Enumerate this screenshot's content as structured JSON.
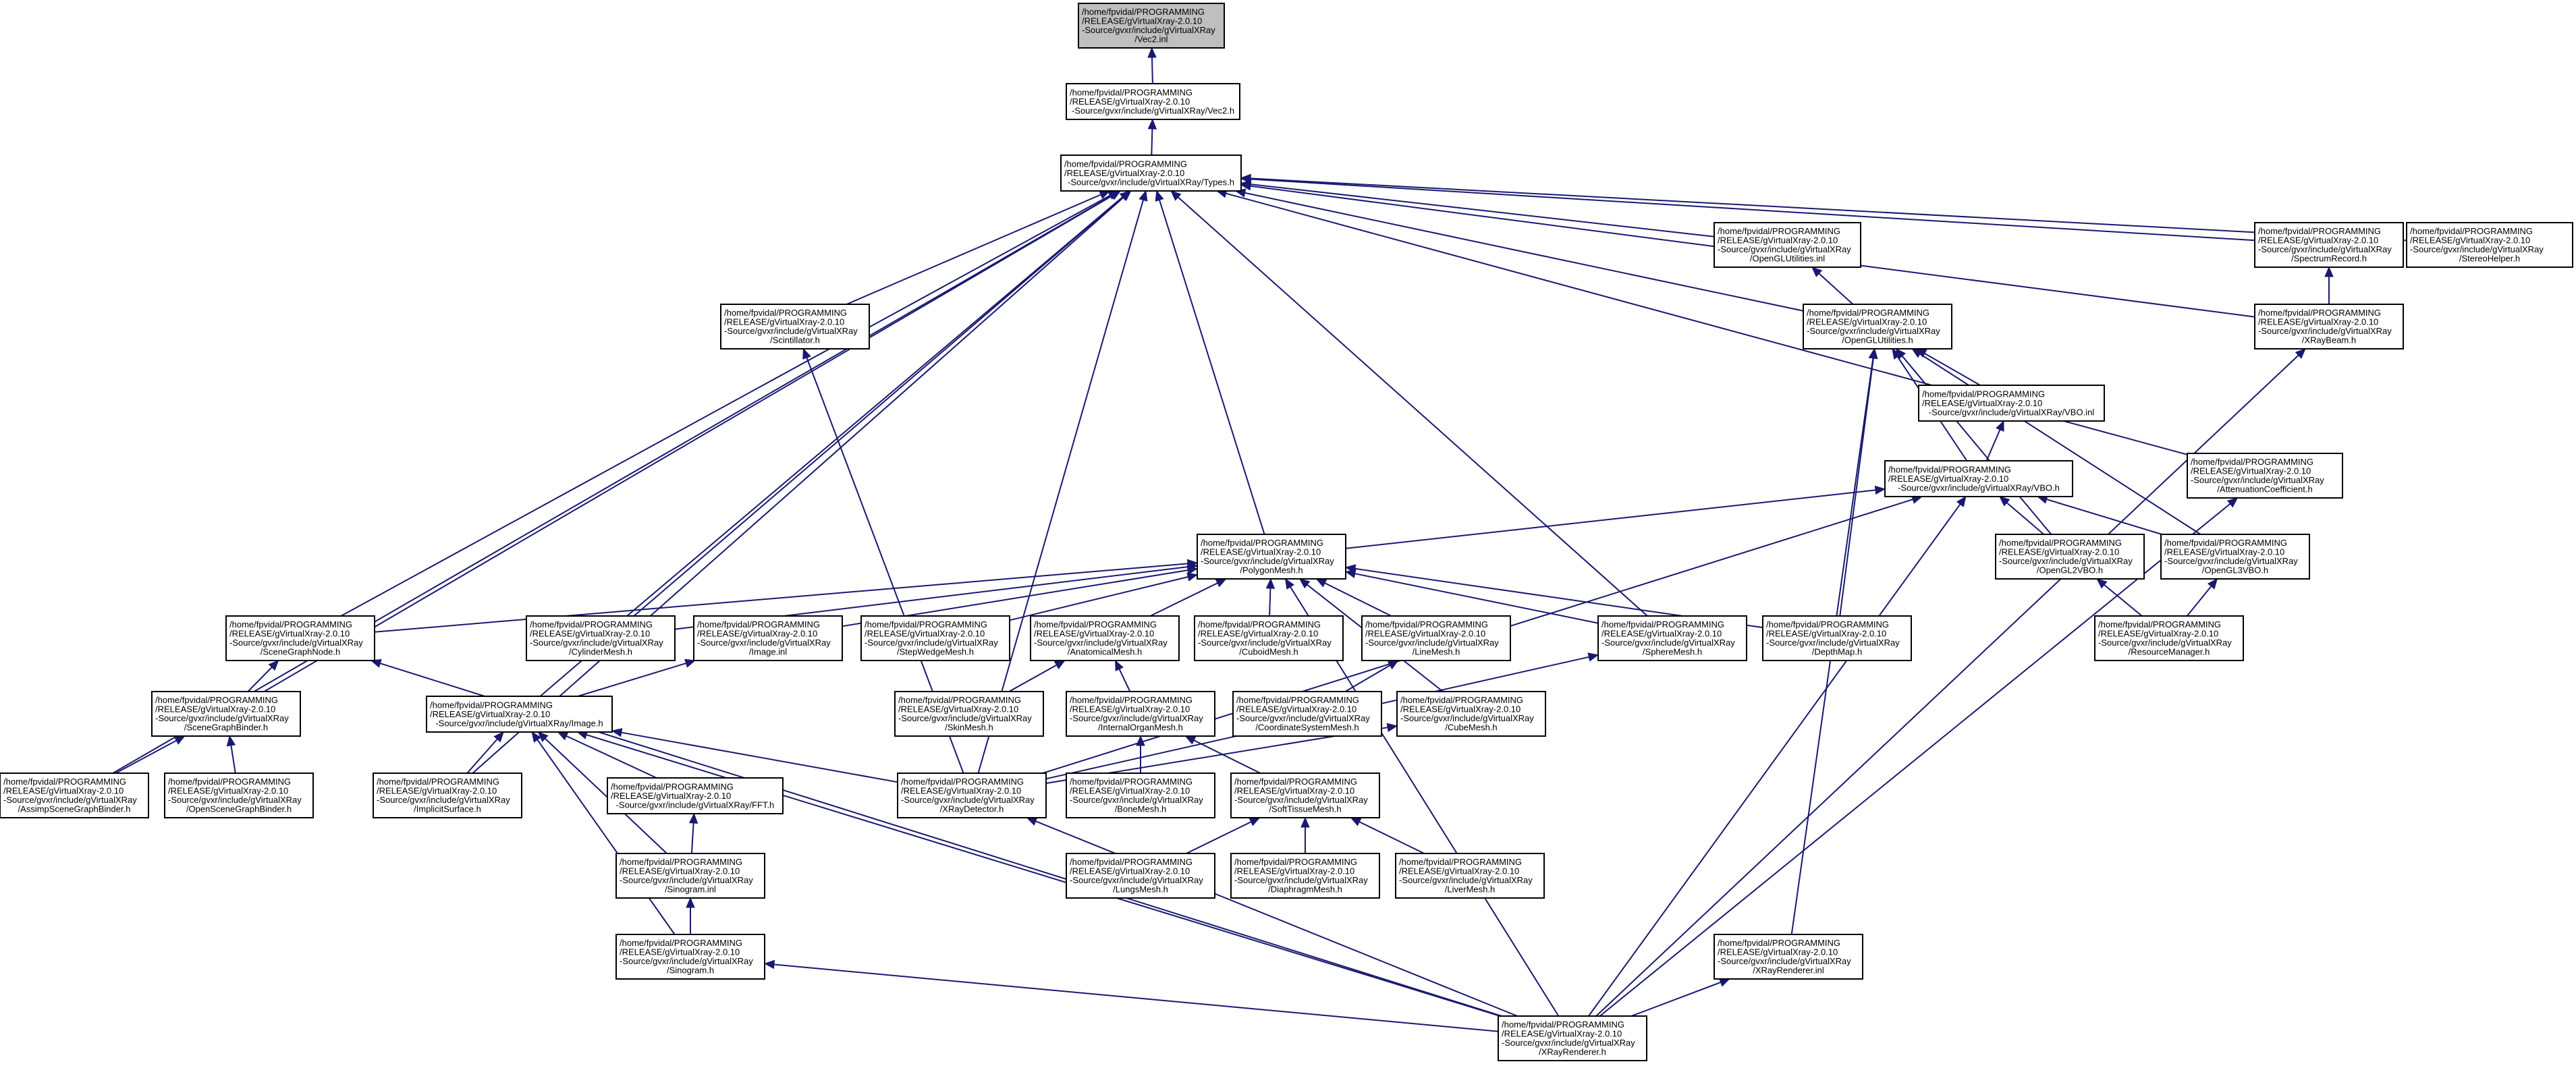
{
  "diagram": {
    "type": "include-dependency-graph",
    "colors": {
      "edge": "#191970",
      "node_fill": "#ffffff",
      "root_fill": "#bfbfbf",
      "border": "#000000"
    },
    "nodes": [
      {
        "id": "vec2inl",
        "root": true,
        "lines": [
          "/home/fpvidal/PROGRAMMING",
          "/RELEASE/gVirtualXray-2.0.10",
          "-Source/gvxr/include/gVirtualXRay",
          "/Vec2.inl"
        ]
      },
      {
        "id": "vec2h",
        "lines": [
          "/home/fpvidal/PROGRAMMING",
          "/RELEASE/gVirtualXray-2.0.10",
          "-Source/gvxr/include/gVirtualXRay/Vec2.h"
        ]
      },
      {
        "id": "typesh",
        "lines": [
          "/home/fpvidal/PROGRAMMING",
          "/RELEASE/gVirtualXray-2.0.10",
          "-Source/gvxr/include/gVirtualXRay/Types.h"
        ]
      },
      {
        "id": "openglutilsinl",
        "lines": [
          "/home/fpvidal/PROGRAMMING",
          "/RELEASE/gVirtualXray-2.0.10",
          "-Source/gvxr/include/gVirtualXRay",
          "/OpenGLUtilities.inl"
        ]
      },
      {
        "id": "spectrumrecord",
        "lines": [
          "/home/fpvidal/PROGRAMMING",
          "/RELEASE/gVirtualXray-2.0.10",
          "-Source/gvxr/include/gVirtualXRay",
          "/SpectrumRecord.h"
        ]
      },
      {
        "id": "stereohelper",
        "lines": [
          "/home/fpvidal/PROGRAMMING",
          "/RELEASE/gVirtualXray-2.0.10",
          "-Source/gvxr/include/gVirtualXRay",
          "/StereoHelper.h"
        ]
      },
      {
        "id": "scintillator",
        "lines": [
          "/home/fpvidal/PROGRAMMING",
          "/RELEASE/gVirtualXray-2.0.10",
          "-Source/gvxr/include/gVirtualXRay",
          "/Scintillator.h"
        ]
      },
      {
        "id": "openglutilsh",
        "lines": [
          "/home/fpvidal/PROGRAMMING",
          "/RELEASE/gVirtualXray-2.0.10",
          "-Source/gvxr/include/gVirtualXRay",
          "/OpenGLUtilities.h"
        ]
      },
      {
        "id": "xraybeam",
        "lines": [
          "/home/fpvidal/PROGRAMMING",
          "/RELEASE/gVirtualXray-2.0.10",
          "-Source/gvxr/include/gVirtualXRay",
          "/XRayBeam.h"
        ]
      },
      {
        "id": "vboinl",
        "lines": [
          "/home/fpvidal/PROGRAMMING",
          "/RELEASE/gVirtualXray-2.0.10",
          "-Source/gvxr/include/gVirtualXRay/VBO.inl"
        ]
      },
      {
        "id": "vboh",
        "lines": [
          "/home/fpvidal/PROGRAMMING",
          "/RELEASE/gVirtualXray-2.0.10",
          "-Source/gvxr/include/gVirtualXRay/VBO.h"
        ]
      },
      {
        "id": "attenuation",
        "lines": [
          "/home/fpvidal/PROGRAMMING",
          "/RELEASE/gVirtualXray-2.0.10",
          "-Source/gvxr/include/gVirtualXRay",
          "/AttenuationCoefficient.h"
        ]
      },
      {
        "id": "polygonmesh",
        "lines": [
          "/home/fpvidal/PROGRAMMING",
          "/RELEASE/gVirtualXray-2.0.10",
          "-Source/gvxr/include/gVirtualXRay",
          "/PolygonMesh.h"
        ]
      },
      {
        "id": "opengl2vbo",
        "lines": [
          "/home/fpvidal/PROGRAMMING",
          "/RELEASE/gVirtualXray-2.0.10",
          "-Source/gvxr/include/gVirtualXRay",
          "/OpenGL2VBO.h"
        ]
      },
      {
        "id": "opengl3vbo",
        "lines": [
          "/home/fpvidal/PROGRAMMING",
          "/RELEASE/gVirtualXray-2.0.10",
          "-Source/gvxr/include/gVirtualXRay",
          "/OpenGL3VBO.h"
        ]
      },
      {
        "id": "scenegraphnode",
        "lines": [
          "/home/fpvidal/PROGRAMMING",
          "/RELEASE/gVirtualXray-2.0.10",
          "-Source/gvxr/include/gVirtualXRay",
          "/SceneGraphNode.h"
        ]
      },
      {
        "id": "cylindermesh",
        "lines": [
          "/home/fpvidal/PROGRAMMING",
          "/RELEASE/gVirtualXray-2.0.10",
          "-Source/gvxr/include/gVirtualXRay",
          "/CylinderMesh.h"
        ]
      },
      {
        "id": "imageinl",
        "lines": [
          "/home/fpvidal/PROGRAMMING",
          "/RELEASE/gVirtualXray-2.0.10",
          "-Source/gvxr/include/gVirtualXRay",
          "/Image.inl"
        ]
      },
      {
        "id": "stepwedge",
        "lines": [
          "/home/fpvidal/PROGRAMMING",
          "/RELEASE/gVirtualXray-2.0.10",
          "-Source/gvxr/include/gVirtualXRay",
          "/StepWedgeMesh.h"
        ]
      },
      {
        "id": "anatomical",
        "lines": [
          "/home/fpvidal/PROGRAMMING",
          "/RELEASE/gVirtualXray-2.0.10",
          "-Source/gvxr/include/gVirtualXRay",
          "/AnatomicalMesh.h"
        ]
      },
      {
        "id": "cuboid",
        "lines": [
          "/home/fpvidal/PROGRAMMING",
          "/RELEASE/gVirtualXray-2.0.10",
          "-Source/gvxr/include/gVirtualXRay",
          "/CuboidMesh.h"
        ]
      },
      {
        "id": "linemesh",
        "lines": [
          "/home/fpvidal/PROGRAMMING",
          "/RELEASE/gVirtualXray-2.0.10",
          "-Source/gvxr/include/gVirtualXRay",
          "/LineMesh.h"
        ]
      },
      {
        "id": "spheremesh",
        "lines": [
          "/home/fpvidal/PROGRAMMING",
          "/RELEASE/gVirtualXray-2.0.10",
          "-Source/gvxr/include/gVirtualXRay",
          "/SphereMesh.h"
        ]
      },
      {
        "id": "depthmap",
        "lines": [
          "/home/fpvidal/PROGRAMMING",
          "/RELEASE/gVirtualXray-2.0.10",
          "-Source/gvxr/include/gVirtualXRay",
          "/DepthMap.h"
        ]
      },
      {
        "id": "resourcemanager",
        "lines": [
          "/home/fpvidal/PROGRAMMING",
          "/RELEASE/gVirtualXray-2.0.10",
          "-Source/gvxr/include/gVirtualXRay",
          "/ResourceManager.h"
        ]
      },
      {
        "id": "scenegraphbinder",
        "lines": [
          "/home/fpvidal/PROGRAMMING",
          "/RELEASE/gVirtualXray-2.0.10",
          "-Source/gvxr/include/gVirtualXRay",
          "/SceneGraphBinder.h"
        ]
      },
      {
        "id": "imageh",
        "lines": [
          "/home/fpvidal/PROGRAMMING",
          "/RELEASE/gVirtualXray-2.0.10",
          "-Source/gvxr/include/gVirtualXRay/Image.h"
        ]
      },
      {
        "id": "skinmesh",
        "lines": [
          "/home/fpvidal/PROGRAMMING",
          "/RELEASE/gVirtualXray-2.0.10",
          "-Source/gvxr/include/gVirtualXRay",
          "/SkinMesh.h"
        ]
      },
      {
        "id": "internalorgan",
        "lines": [
          "/home/fpvidal/PROGRAMMING",
          "/RELEASE/gVirtualXray-2.0.10",
          "-Source/gvxr/include/gVirtualXRay",
          "/InternalOrganMesh.h"
        ]
      },
      {
        "id": "coordsystem",
        "lines": [
          "/home/fpvidal/PROGRAMMING",
          "/RELEASE/gVirtualXray-2.0.10",
          "-Source/gvxr/include/gVirtualXRay",
          "/CoordinateSystemMesh.h"
        ]
      },
      {
        "id": "cubemesh",
        "lines": [
          "/home/fpvidal/PROGRAMMING",
          "/RELEASE/gVirtualXray-2.0.10",
          "-Source/gvxr/include/gVirtualXRay",
          "/CubeMesh.h"
        ]
      },
      {
        "id": "assimp",
        "lines": [
          "/home/fpvidal/PROGRAMMING",
          "/RELEASE/gVirtualXray-2.0.10",
          "-Source/gvxr/include/gVirtualXRay",
          "/AssimpSceneGraphBinder.h"
        ]
      },
      {
        "id": "openscenegraph",
        "lines": [
          "/home/fpvidal/PROGRAMMING",
          "/RELEASE/gVirtualXray-2.0.10",
          "-Source/gvxr/include/gVirtualXRay",
          "/OpenSceneGraphBinder.h"
        ]
      },
      {
        "id": "implicitsurface",
        "lines": [
          "/home/fpvidal/PROGRAMMING",
          "/RELEASE/gVirtualXray-2.0.10",
          "-Source/gvxr/include/gVirtualXRay",
          "/ImplicitSurface.h"
        ]
      },
      {
        "id": "ffth",
        "lines": [
          "/home/fpvidal/PROGRAMMING",
          "/RELEASE/gVirtualXray-2.0.10",
          "-Source/gvxr/include/gVirtualXRay/FFT.h"
        ]
      },
      {
        "id": "xraydetector",
        "lines": [
          "/home/fpvidal/PROGRAMMING",
          "/RELEASE/gVirtualXray-2.0.10",
          "-Source/gvxr/include/gVirtualXRay",
          "/XRayDetector.h"
        ]
      },
      {
        "id": "bonemesh",
        "lines": [
          "/home/fpvidal/PROGRAMMING",
          "/RELEASE/gVirtualXray-2.0.10",
          "-Source/gvxr/include/gVirtualXRay",
          "/BoneMesh.h"
        ]
      },
      {
        "id": "softtissue",
        "lines": [
          "/home/fpvidal/PROGRAMMING",
          "/RELEASE/gVirtualXray-2.0.10",
          "-Source/gvxr/include/gVirtualXRay",
          "/SoftTissueMesh.h"
        ]
      },
      {
        "id": "sinograminl",
        "lines": [
          "/home/fpvidal/PROGRAMMING",
          "/RELEASE/gVirtualXray-2.0.10",
          "-Source/gvxr/include/gVirtualXRay",
          "/Sinogram.inl"
        ]
      },
      {
        "id": "lungsmesh",
        "lines": [
          "/home/fpvidal/PROGRAMMING",
          "/RELEASE/gVirtualXray-2.0.10",
          "-Source/gvxr/include/gVirtualXRay",
          "/LungsMesh.h"
        ]
      },
      {
        "id": "diaphragm",
        "lines": [
          "/home/fpvidal/PROGRAMMING",
          "/RELEASE/gVirtualXray-2.0.10",
          "-Source/gvxr/include/gVirtualXRay",
          "/DiaphragmMesh.h"
        ]
      },
      {
        "id": "livermesh",
        "lines": [
          "/home/fpvidal/PROGRAMMING",
          "/RELEASE/gVirtualXray-2.0.10",
          "-Source/gvxr/include/gVirtualXRay",
          "/LiverMesh.h"
        ]
      },
      {
        "id": "sinogramh",
        "lines": [
          "/home/fpvidal/PROGRAMMING",
          "/RELEASE/gVirtualXray-2.0.10",
          "-Source/gvxr/include/gVirtualXRay",
          "/Sinogram.h"
        ]
      },
      {
        "id": "xrayrendererinl",
        "lines": [
          "/home/fpvidal/PROGRAMMING",
          "/RELEASE/gVirtualXray-2.0.10",
          "-Source/gvxr/include/gVirtualXRay",
          "/XRayRenderer.inl"
        ]
      },
      {
        "id": "xrayrendererh",
        "lines": [
          "/home/fpvidal/PROGRAMMING",
          "/RELEASE/gVirtualXray-2.0.10",
          "-Source/gvxr/include/gVirtualXRay",
          "/XRayRenderer.h"
        ]
      }
    ],
    "edges": [
      [
        "vec2h",
        "vec2inl"
      ],
      [
        "typesh",
        "vec2h"
      ],
      [
        "openglutilsinl",
        "typesh"
      ],
      [
        "spectrumrecord",
        "typesh"
      ],
      [
        "stereohelper",
        "typesh"
      ],
      [
        "scintillator",
        "typesh"
      ],
      [
        "openglutilsh",
        "typesh"
      ],
      [
        "xraybeam",
        "typesh"
      ],
      [
        "attenuation",
        "typesh"
      ],
      [
        "polygonmesh",
        "typesh"
      ],
      [
        "scenegraphnode",
        "typesh"
      ],
      [
        "cylindermesh",
        "typesh"
      ],
      [
        "spheremesh",
        "typesh"
      ],
      [
        "scenegraphbinder",
        "typesh"
      ],
      [
        "imageh",
        "typesh"
      ],
      [
        "assimp",
        "typesh"
      ],
      [
        "implicitsurface",
        "typesh"
      ],
      [
        "xraydetector",
        "typesh"
      ],
      [
        "openglutilsh",
        "openglutilsinl"
      ],
      [
        "xraybeam",
        "spectrumrecord"
      ],
      [
        "vboinl",
        "openglutilsh"
      ],
      [
        "vboh",
        "openglutilsh"
      ],
      [
        "opengl2vbo",
        "openglutilsh"
      ],
      [
        "opengl3vbo",
        "openglutilsh"
      ],
      [
        "depthmap",
        "openglutilsh"
      ],
      [
        "xrayrendererinl",
        "openglutilsh"
      ],
      [
        "vboh",
        "vboinl"
      ],
      [
        "polygonmesh",
        "vboh"
      ],
      [
        "opengl2vbo",
        "vboh"
      ],
      [
        "opengl3vbo",
        "vboh"
      ],
      [
        "xraydetector",
        "vboh"
      ],
      [
        "xrayrendererh",
        "vboh"
      ],
      [
        "scenegraphnode",
        "polygonmesh"
      ],
      [
        "cylindermesh",
        "polygonmesh"
      ],
      [
        "imageinl",
        "polygonmesh"
      ],
      [
        "stepwedge",
        "polygonmesh"
      ],
      [
        "anatomical",
        "polygonmesh"
      ],
      [
        "cuboid",
        "polygonmesh"
      ],
      [
        "linemesh",
        "polygonmesh"
      ],
      [
        "spheremesh",
        "polygonmesh"
      ],
      [
        "depthmap",
        "polygonmesh"
      ],
      [
        "cubemesh",
        "polygonmesh"
      ],
      [
        "xrayrendererh",
        "polygonmesh"
      ],
      [
        "resourcemanager",
        "opengl2vbo"
      ],
      [
        "resourcemanager",
        "opengl3vbo"
      ],
      [
        "scenegraphbinder",
        "scenegraphnode"
      ],
      [
        "xrayrendererh",
        "scenegraphnode"
      ],
      [
        "imageh",
        "imageinl"
      ],
      [
        "skinmesh",
        "anatomical"
      ],
      [
        "internalorgan",
        "anatomical"
      ],
      [
        "coordsystem",
        "linemesh"
      ],
      [
        "xraydetector",
        "spheremesh"
      ],
      [
        "xraydetector",
        "cubemesh"
      ],
      [
        "assimp",
        "scenegraphbinder"
      ],
      [
        "openscenegraph",
        "scenegraphbinder"
      ],
      [
        "implicitsurface",
        "imageh"
      ],
      [
        "ffth",
        "imageh"
      ],
      [
        "xraydetector",
        "imageh"
      ],
      [
        "sinograminl",
        "imageh"
      ],
      [
        "sinogramh",
        "imageh"
      ],
      [
        "xrayrendererh",
        "imageh"
      ],
      [
        "bonemesh",
        "internalorgan"
      ],
      [
        "softtissue",
        "internalorgan"
      ],
      [
        "sinograminl",
        "ffth"
      ],
      [
        "xrayrendererh",
        "xraydetector"
      ],
      [
        "xraydetector",
        "scintillator"
      ],
      [
        "lungsmesh",
        "softtissue"
      ],
      [
        "diaphragm",
        "softtissue"
      ],
      [
        "livermesh",
        "softtissue"
      ],
      [
        "sinogramh",
        "sinograminl"
      ],
      [
        "xrayrendererh",
        "sinogramh"
      ],
      [
        "xrayrendererh",
        "xrayrendererinl"
      ],
      [
        "xrayrendererh",
        "xraybeam"
      ],
      [
        "xrayrendererh",
        "attenuation"
      ]
    ]
  }
}
